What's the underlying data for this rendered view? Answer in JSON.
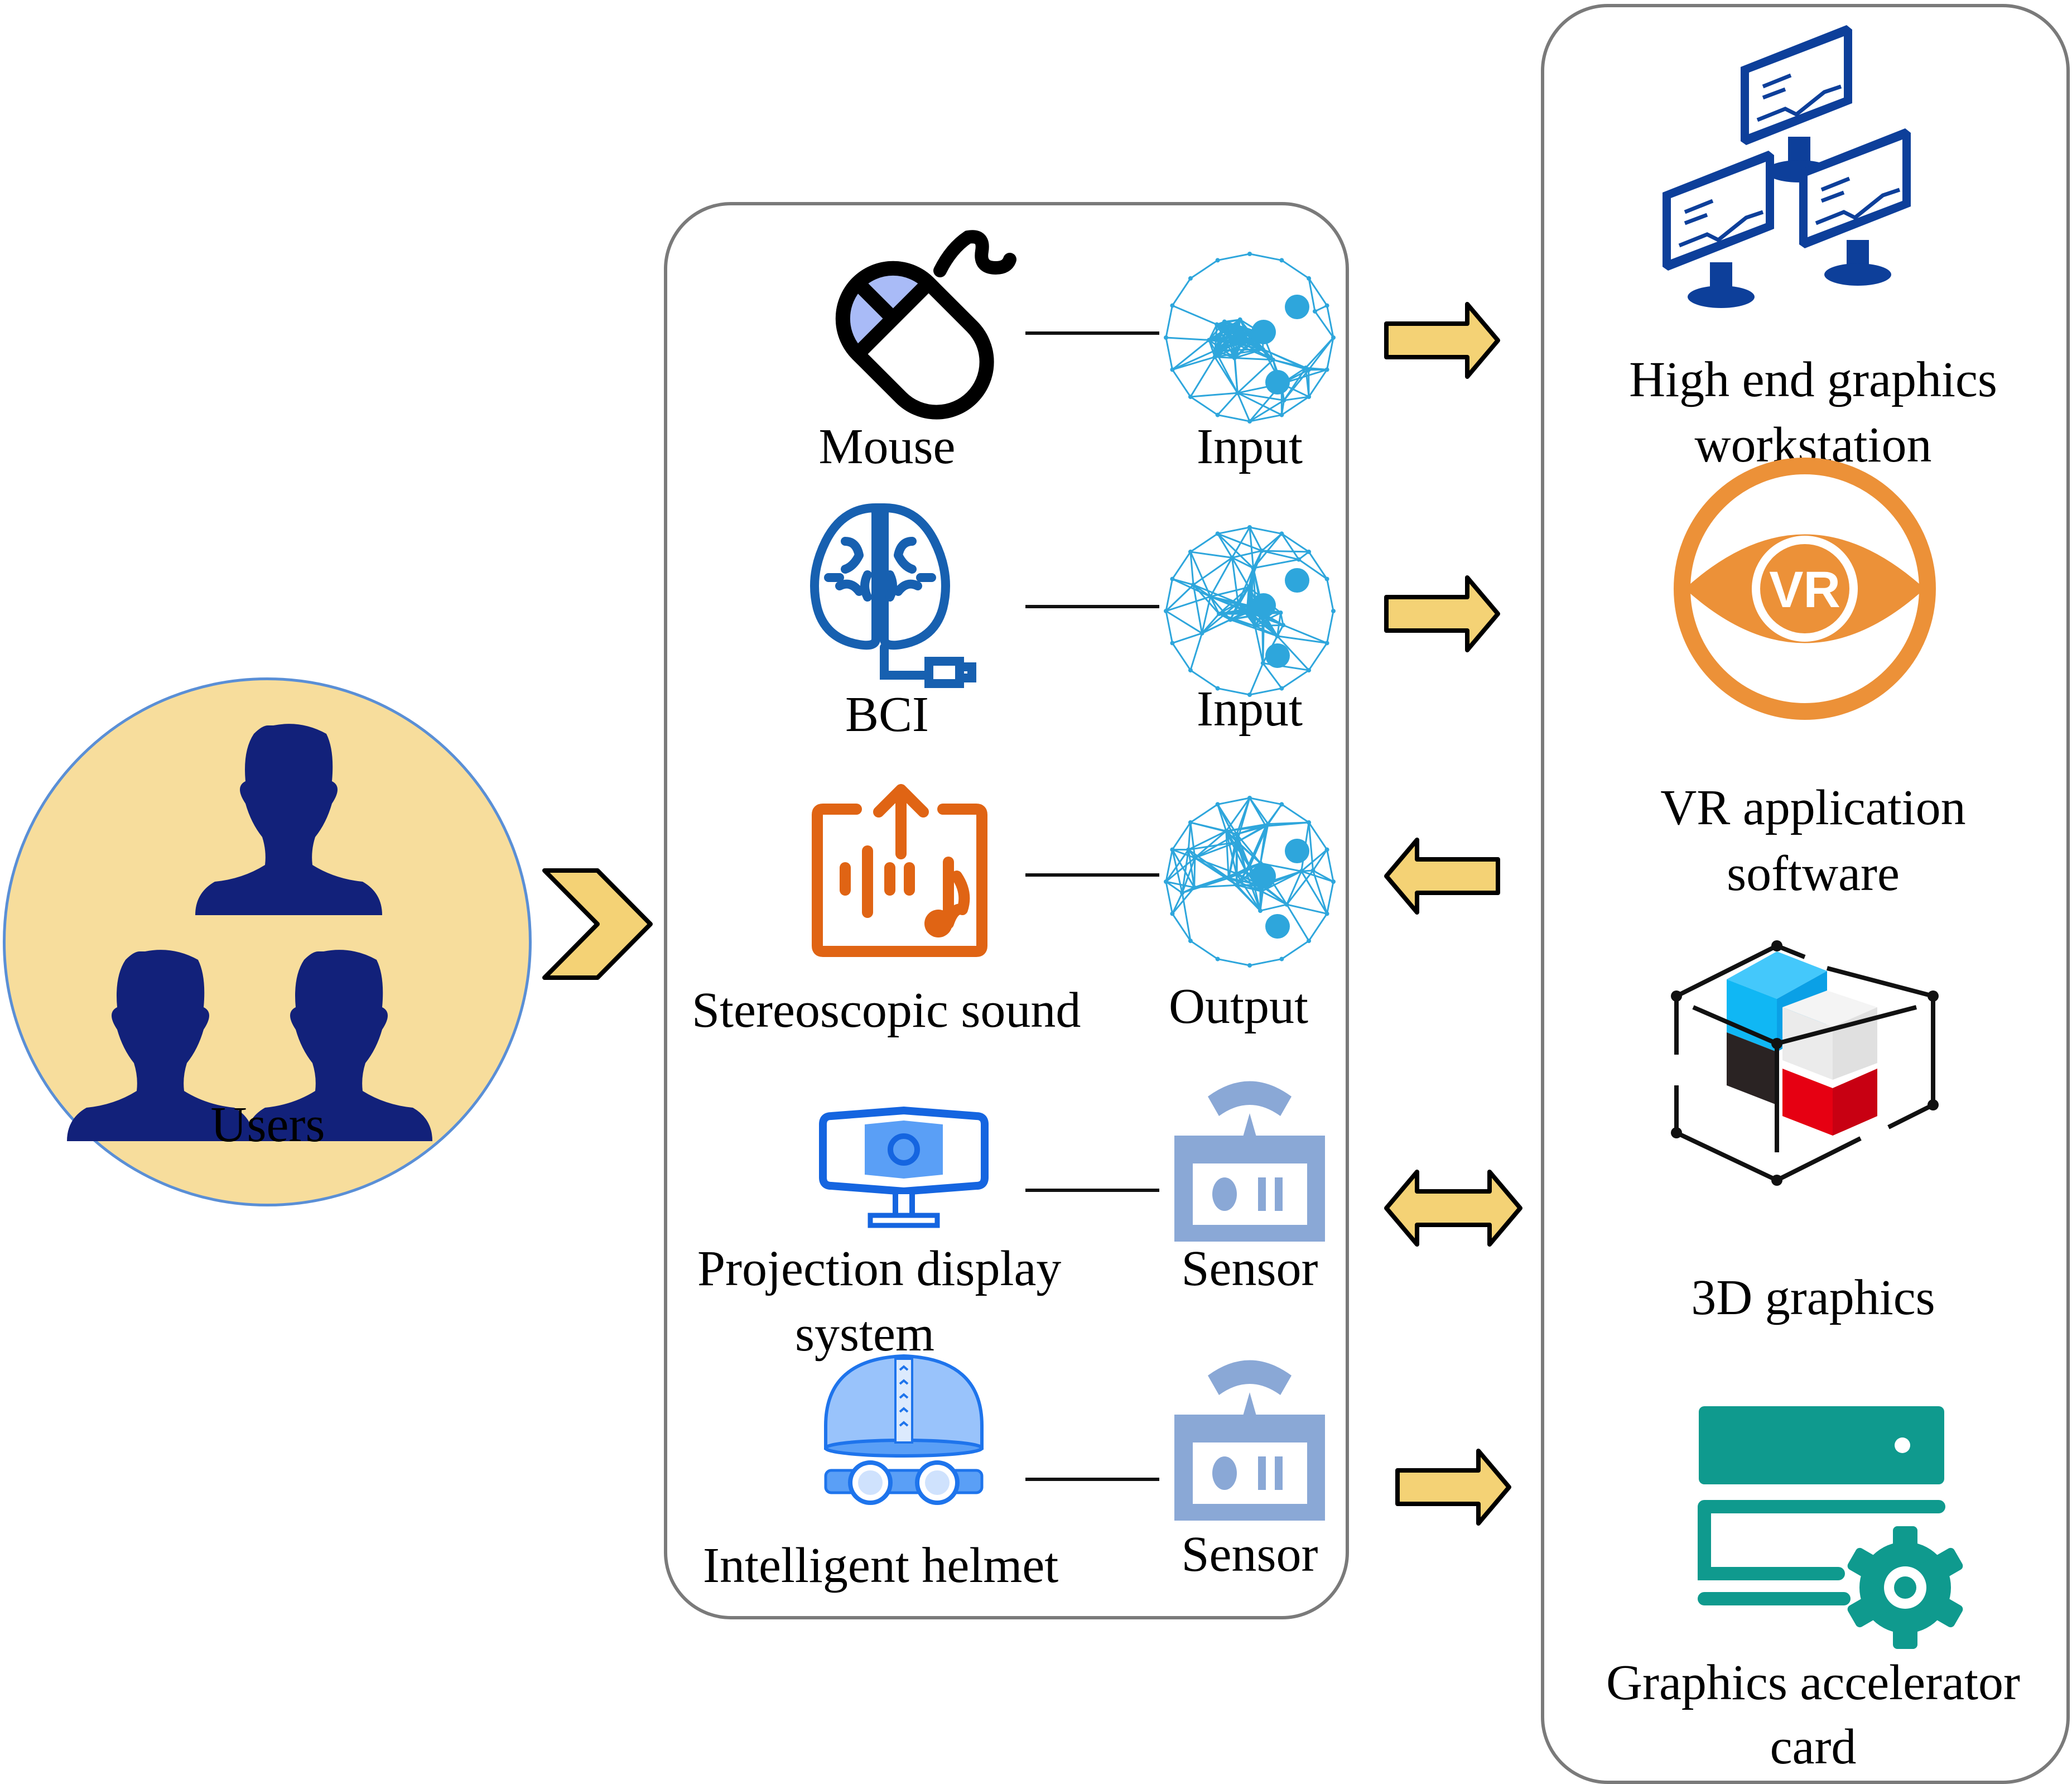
{
  "users": {
    "label": "Users"
  },
  "devices": [
    {
      "name": "Mouse",
      "role": "Input",
      "icon": "mouse-icon"
    },
    {
      "name": "BCI",
      "role": "Input",
      "icon": "brain-icon"
    },
    {
      "name": "Stereoscopic sound",
      "role": "Output",
      "icon": "sound-icon"
    },
    {
      "name_line1": "Projection display",
      "name_line2": "system",
      "role": "Sensor",
      "icon": "projector-icon"
    },
    {
      "name": "Intelligent helmet",
      "role": "Sensor",
      "icon": "helmet-icon"
    }
  ],
  "system": [
    {
      "line1": "High end graphics",
      "line2": "workstation",
      "icon": "workstation-icon"
    },
    {
      "line1": "VR application",
      "line2": "software",
      "icon": "vr-eye-icon",
      "badge": "VR"
    },
    {
      "line1": "3D graphics",
      "icon": "cube-icon"
    },
    {
      "line1": "Graphics accelerator",
      "line2": "card",
      "icon": "accelerator-card-icon"
    }
  ],
  "arrows": [
    "right",
    "right",
    "left",
    "both",
    "right"
  ],
  "colors": {
    "arrow_fill": "#f4d275",
    "users_bg": "#f7dd9c",
    "users_border": "#5a8fd6",
    "person": "#12217a",
    "network": "#2ea6dc",
    "sensor": "#8aa8d6",
    "sound": "#e06414",
    "projector": "#1565e0",
    "brain": "#1760b0",
    "workstation": "#0d3f9a",
    "vr": "#ec9138",
    "card": "#0f9a8e"
  }
}
